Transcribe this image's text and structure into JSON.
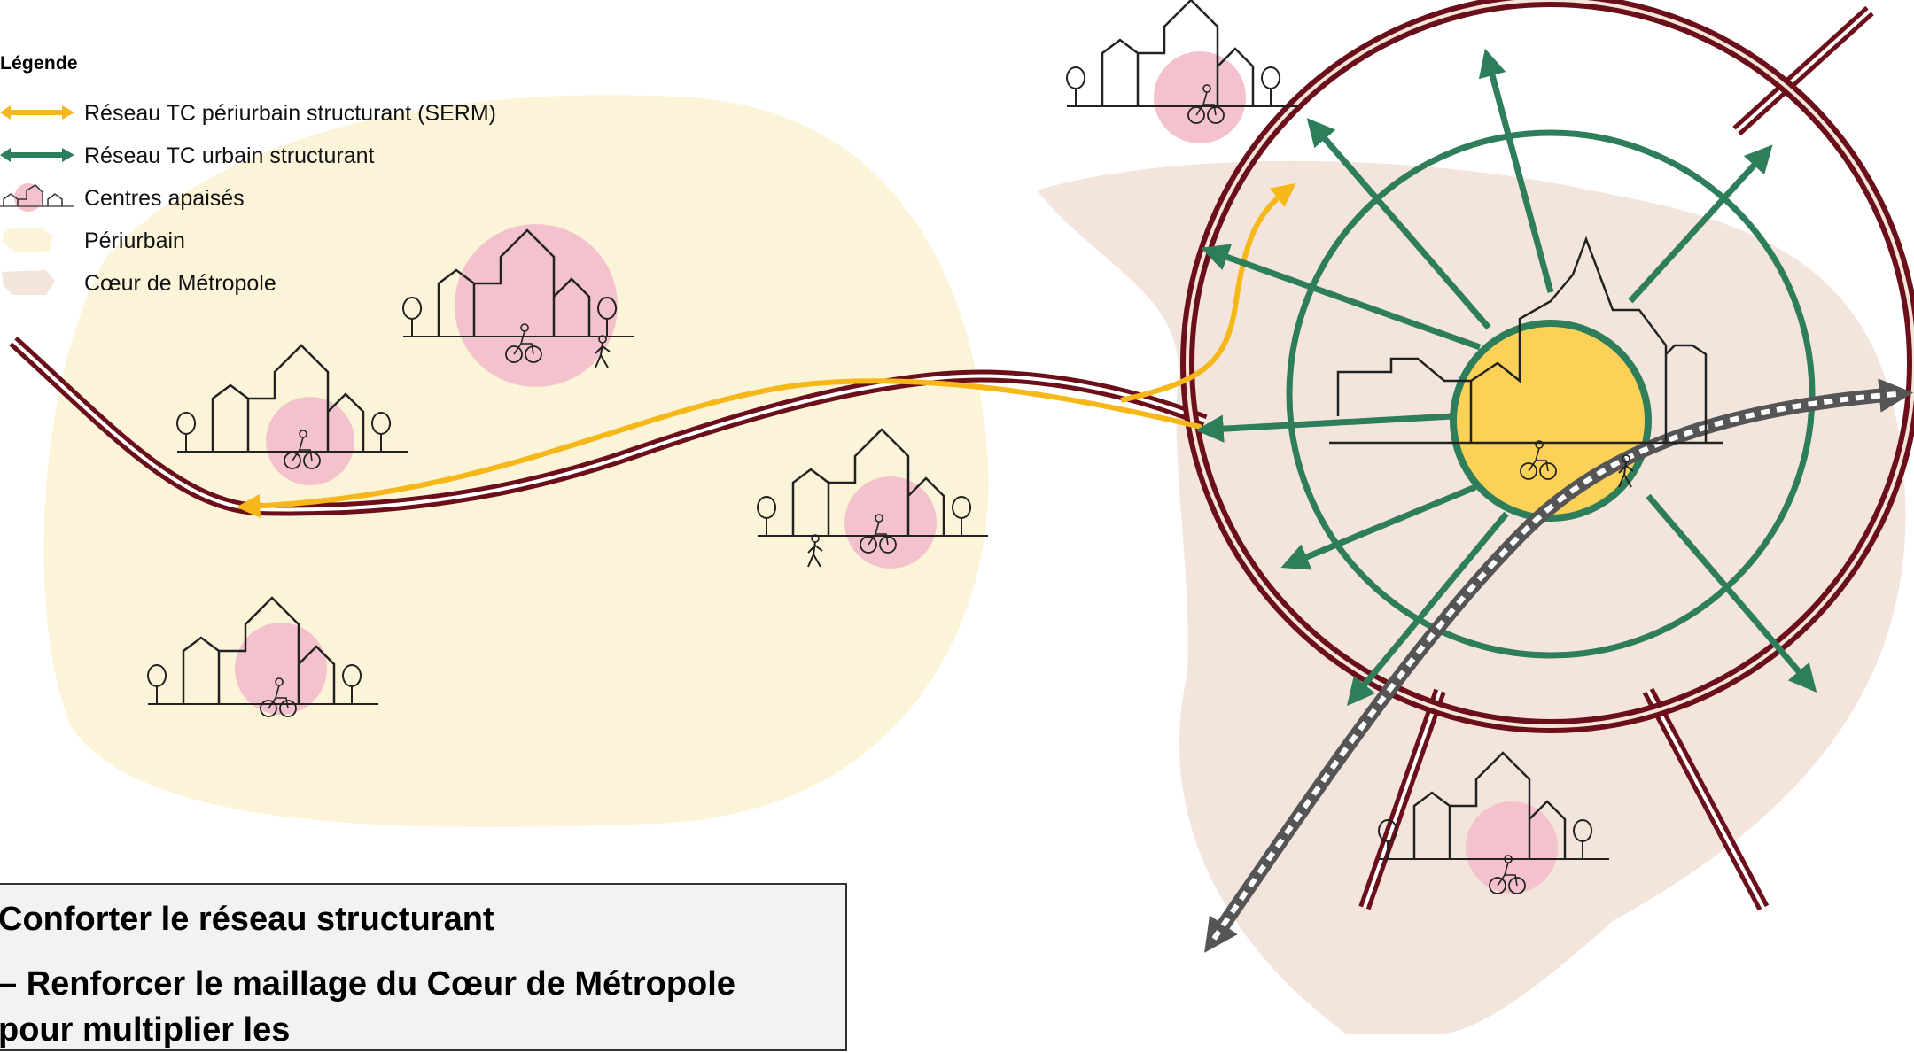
{
  "legend": {
    "title": "Légende",
    "items": [
      {
        "id": "serm",
        "label": "Réseau TC périurbain structurant (SERM)",
        "color": "#f5b818"
      },
      {
        "id": "urbain",
        "label": "Réseau TC urbain structurant",
        "color": "#2e7d5b"
      },
      {
        "id": "centres",
        "label": "Centres apaisés",
        "color": "#f4c2cc"
      },
      {
        "id": "periurbain",
        "label": "Périurbain",
        "color": "#fcf4d8"
      },
      {
        "id": "coeur",
        "label": "Cœur de Métropole",
        "color": "#f3e5dc"
      }
    ]
  },
  "title_box": {
    "main": "Conforter le réseau structurant",
    "sub": "– Renforcer le maillage du Cœur de Métropole pour multiplier les"
  },
  "colors": {
    "road": "#6b0f1a",
    "serm": "#f5b818",
    "urban_tc": "#2e7d5b",
    "rail": "#555555",
    "center_core": "#fbd257",
    "calm_center": "#f4c2cc",
    "periurban_zone": "#fcf4d8",
    "metropole_zone": "#f3e5dc"
  },
  "icons": [
    "bicycle-icon",
    "pedestrian-icon",
    "tree-icon",
    "church-icon",
    "house-icon"
  ]
}
